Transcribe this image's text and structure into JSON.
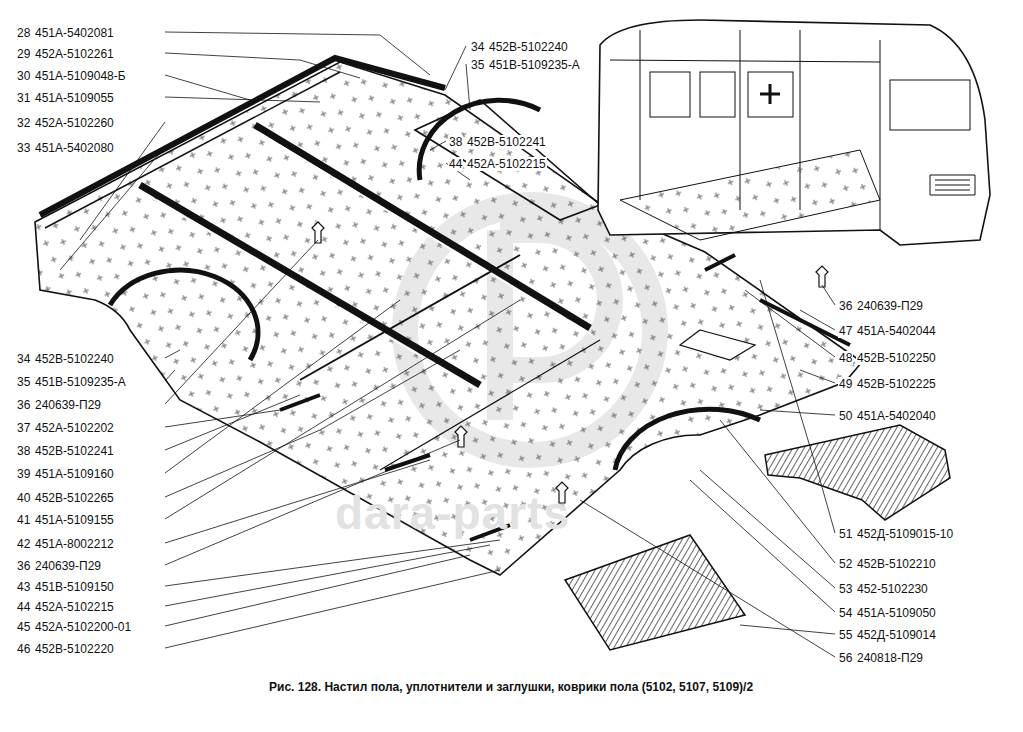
{
  "diagram": {
    "caption": "Рис. 128. Настил пола, уплотнители и заглушки, коврики пола (5102, 5107, 5109)/2",
    "labels": [
      "28",
      "451А-5402081",
      "29",
      "452А-5102261",
      "30",
      "451А-5109048-Б",
      "31",
      "451А-5109055",
      "32",
      "452А-5102260",
      "33",
      "451А-5402080",
      "34",
      "452В-5102240",
      "35",
      "451В-5109235-А",
      "36",
      "240639-П29",
      "37",
      "452А-5102202",
      "38",
      "452В-5102241",
      "39",
      "451А-5109160",
      "40",
      "452В-5102265",
      "41",
      "451А-5109155",
      "42",
      "451А-8002212",
      "36",
      "240639-П29",
      "43",
      "451В-5109150",
      "44",
      "452А-5102215",
      "45",
      "452А-5102200-01",
      "46",
      "452В-5102220",
      "34",
      "452В-5102240",
      "35",
      "451В-5109235-А",
      "38",
      "452В-5102241",
      "44",
      "452А-5102215",
      "36",
      "240639-П29",
      "47",
      "451А-5402044",
      "48",
      "452В-5102250",
      "49",
      "452В-5102225",
      "50",
      "451А-5402040",
      "51",
      "452Д-5109015-10",
      "52",
      "452В-5102210",
      "53",
      "452-5102230",
      "54",
      "451А-5109050",
      "55",
      "452Д-5109014",
      "56",
      "240818-П29",
      "dara-parts"
    ]
  }
}
